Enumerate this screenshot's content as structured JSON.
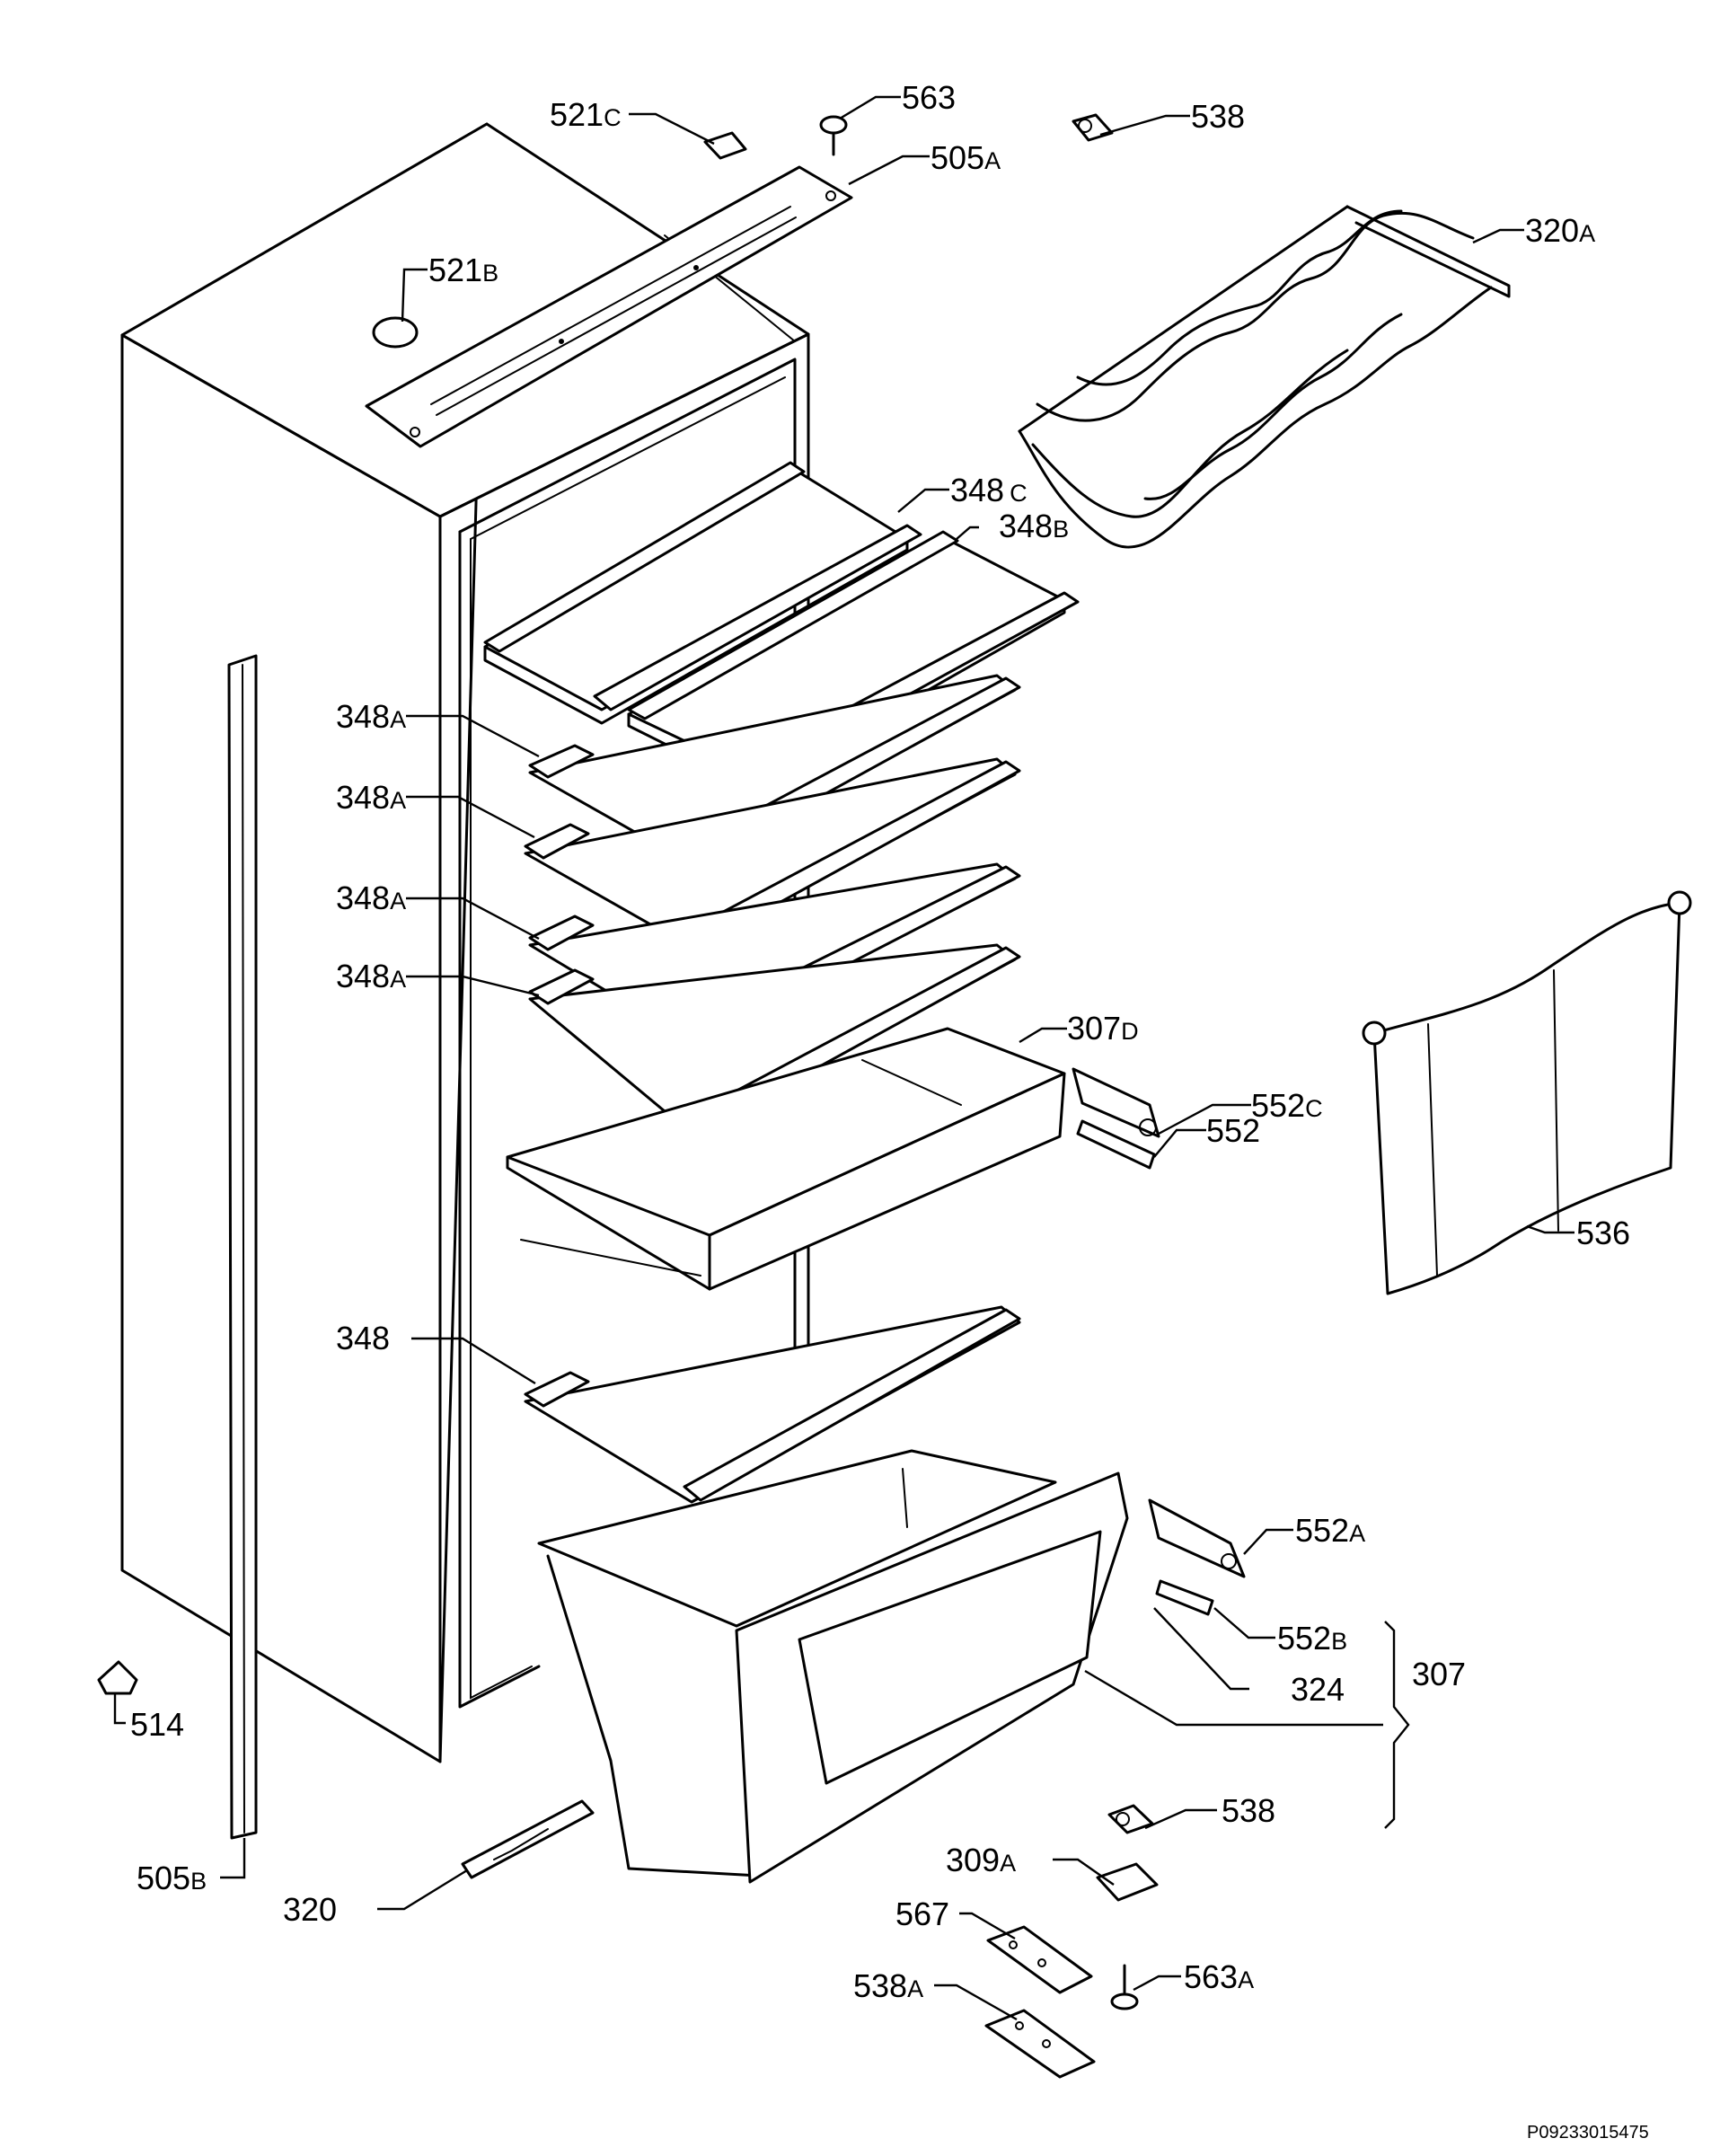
{
  "drawing_code": "P09233015475",
  "parts": [
    {
      "id": "p521c",
      "number": "521",
      "suffix": "C"
    },
    {
      "id": "p563",
      "number": "563",
      "suffix": ""
    },
    {
      "id": "p538top",
      "number": "538",
      "suffix": ""
    },
    {
      "id": "p505a",
      "number": "505",
      "suffix": "A"
    },
    {
      "id": "p521b",
      "number": "521",
      "suffix": "B"
    },
    {
      "id": "p320a",
      "number": "320",
      "suffix": "A"
    },
    {
      "id": "p348c",
      "number": "348",
      "suffix": "C"
    },
    {
      "id": "p348b",
      "number": "348",
      "suffix": "B"
    },
    {
      "id": "p348a1",
      "number": "348",
      "suffix": "A"
    },
    {
      "id": "p348a2",
      "number": "348",
      "suffix": "A"
    },
    {
      "id": "p348a3",
      "number": "348",
      "suffix": "A"
    },
    {
      "id": "p348a4",
      "number": "348",
      "suffix": "A"
    },
    {
      "id": "p307d",
      "number": "307",
      "suffix": "D"
    },
    {
      "id": "p552c",
      "number": "552",
      "suffix": "C"
    },
    {
      "id": "p552",
      "number": "552",
      "suffix": ""
    },
    {
      "id": "p536",
      "number": "536",
      "suffix": ""
    },
    {
      "id": "p348",
      "number": "348",
      "suffix": ""
    },
    {
      "id": "p552a",
      "number": "552",
      "suffix": "A"
    },
    {
      "id": "p552b",
      "number": "552",
      "suffix": "B"
    },
    {
      "id": "p324",
      "number": "324",
      "suffix": ""
    },
    {
      "id": "p307",
      "number": "307",
      "suffix": ""
    },
    {
      "id": "p514",
      "number": "514",
      "suffix": ""
    },
    {
      "id": "p505b",
      "number": "505",
      "suffix": "B"
    },
    {
      "id": "p320",
      "number": "320",
      "suffix": ""
    },
    {
      "id": "p538",
      "number": "538",
      "suffix": ""
    },
    {
      "id": "p309a",
      "number": "309",
      "suffix": "A"
    },
    {
      "id": "p567",
      "number": "567",
      "suffix": ""
    },
    {
      "id": "p538a",
      "number": "538",
      "suffix": "A"
    },
    {
      "id": "p563a",
      "number": "563",
      "suffix": "A"
    }
  ]
}
